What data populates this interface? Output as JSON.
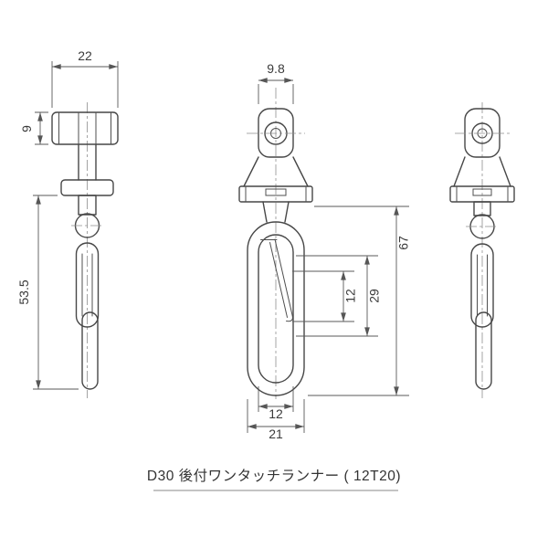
{
  "drawing": {
    "caption": "D30  後付ワンタッチランナー ( 12T20)",
    "line_color": "#474747",
    "background_color": "#ffffff",
    "views": {
      "side_left": {
        "dims": {
          "overall_width": "22",
          "roller_height": "9",
          "hanging_height": "53.5"
        }
      },
      "front": {
        "dims": {
          "head_width": "9.8",
          "overall_height": "67",
          "gate_opening_height": "12",
          "hook_inner_height": "29",
          "hook_inner_width": "12",
          "hook_outer_width": "21"
        }
      }
    }
  }
}
